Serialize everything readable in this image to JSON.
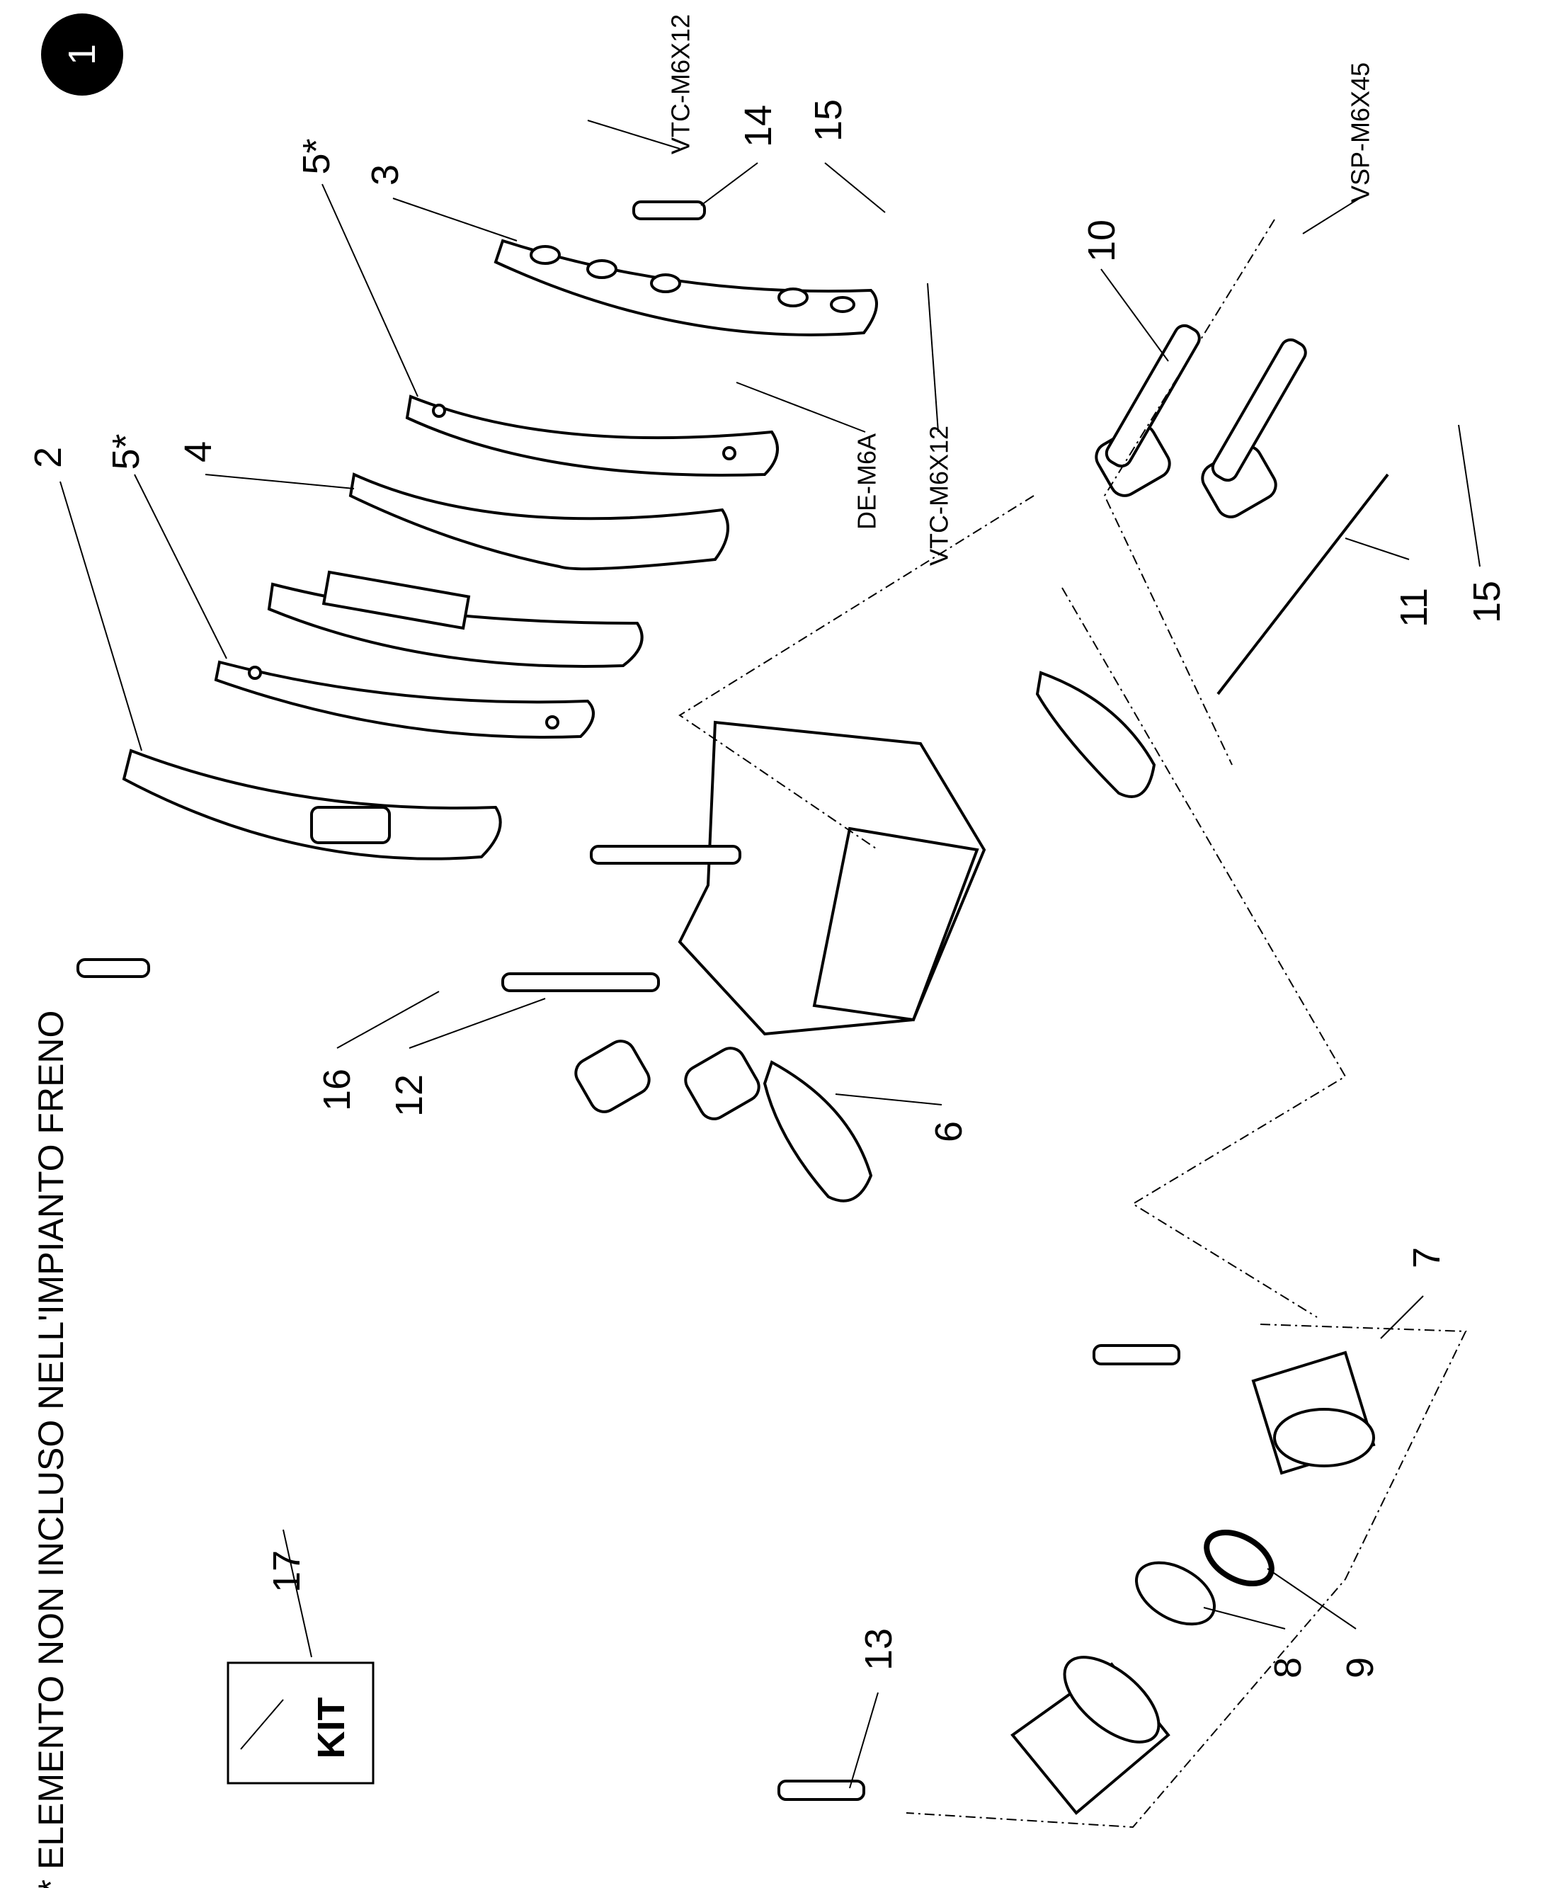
{
  "sheet": {
    "badge_number": "1",
    "footnote": "* ELEMENTO NON INCLUSO NELL'IMPIANTO FRENO",
    "kit_label": "KIT"
  },
  "callouts": {
    "c2": "2",
    "c3": "3",
    "c4": "4",
    "c5a": "5*",
    "c5b": "5*",
    "c6": "6",
    "c7": "7",
    "c8": "8",
    "c9": "9",
    "c10": "10",
    "c11": "11",
    "c12": "12",
    "c13": "13",
    "c14": "14",
    "c15a": "15",
    "c15b": "15",
    "c16": "16",
    "c17": "17",
    "vtc_top": "VTC-M6X12",
    "vtc_mid": "VTC-M6X12",
    "de_m6a": "DE-M6A",
    "vsp": "VSP-M6X45"
  }
}
